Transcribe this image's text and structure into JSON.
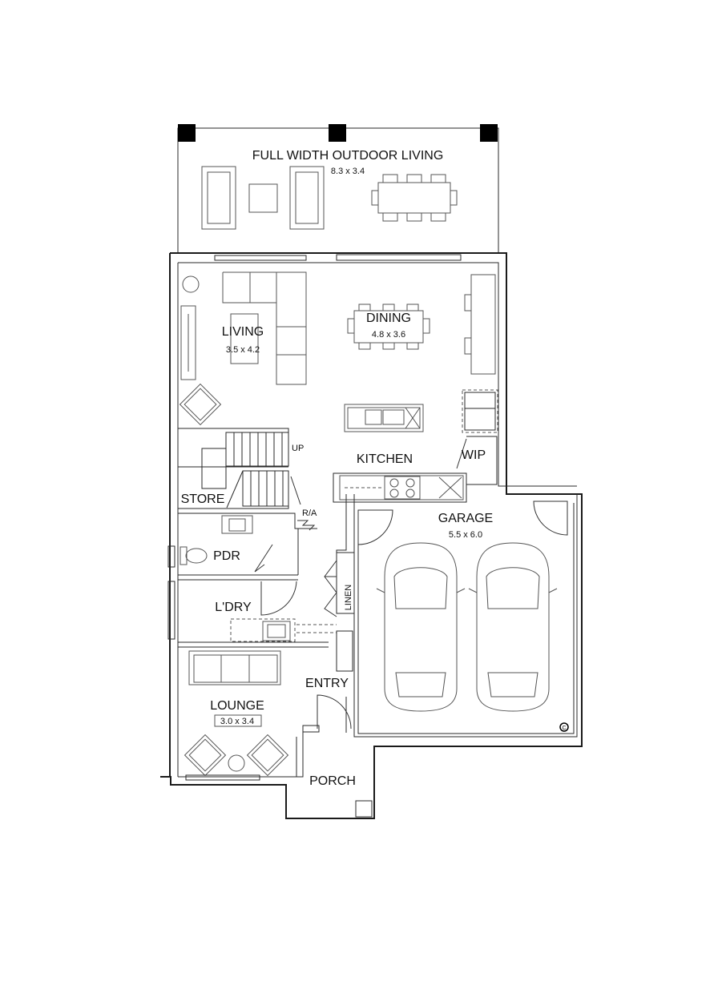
{
  "rooms": {
    "outdoor": {
      "name": "FULL WIDTH OUTDOOR LIVING",
      "size": "8.3 x 3.4"
    },
    "living": {
      "name": "LIVING",
      "size": "3.5 x 4.2"
    },
    "dining": {
      "name": "DINING",
      "size": "4.8 x 3.6"
    },
    "kitchen": {
      "name": "KITCHEN"
    },
    "wip": {
      "name": "WIP"
    },
    "store": {
      "name": "STORE"
    },
    "up": {
      "name": "UP"
    },
    "ra": {
      "name": "R/A"
    },
    "garage": {
      "name": "GARAGE",
      "size": "5.5 x 6.0"
    },
    "pdr": {
      "name": "PDR"
    },
    "linen": {
      "name": "LINEN"
    },
    "laundry": {
      "name": "L'DRY"
    },
    "entry": {
      "name": "ENTRY"
    },
    "lounge": {
      "name": "LOUNGE",
      "size": "3.0 x 3.4"
    },
    "porch": {
      "name": "PORCH"
    }
  },
  "colors": {
    "lines": "#1a1a1a",
    "posts": "#000000",
    "background": "#ffffff"
  },
  "icons": {
    "copyright": "copyright-icon"
  }
}
